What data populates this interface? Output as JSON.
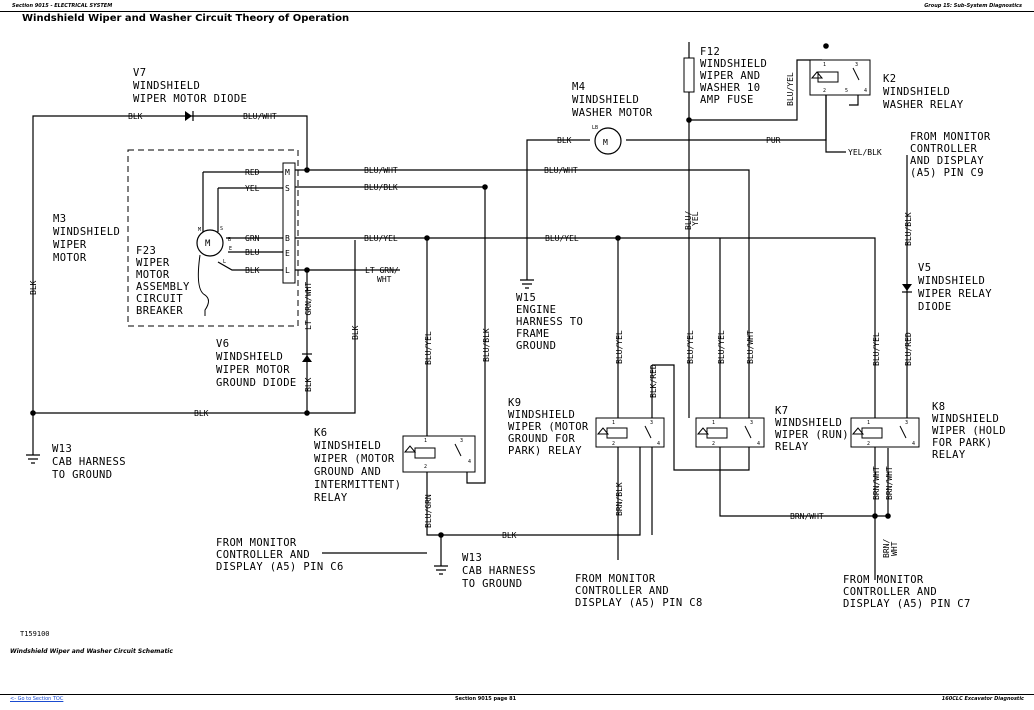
{
  "page": {
    "header_left": "Section 9015 - ELECTRICAL SYSTEM",
    "header_right": "Group 15: Sub-System Diagnostics",
    "title": "Windshield Wiper and Washer Circuit Theory of Operation",
    "figure_id": "T159100",
    "caption": "Windshield Wiper and Washer Circuit Schematic",
    "footer_left": "<- Go to Section TOC",
    "footer_center": "Section 9015 page 81",
    "footer_right": "160CLC Excavator Diagnostic"
  },
  "components": {
    "v7": [
      "V7",
      "WINDSHIELD",
      "WIPER MOTOR DIODE"
    ],
    "m3": [
      "M3",
      "WINDSHIELD",
      "WIPER",
      "MOTOR"
    ],
    "f23": [
      "F23",
      "WIPER",
      "MOTOR",
      "ASSEMBLY",
      "CIRCUIT",
      "BREAKER"
    ],
    "v6": [
      "V6",
      "WINDSHIELD",
      "WIPER MOTOR",
      "GROUND DIODE"
    ],
    "w13a": [
      "W13",
      "CAB HARNESS",
      "TO GROUND"
    ],
    "k6": [
      "K6",
      "WINDSHIELD",
      "WIPER (MOTOR",
      "GROUND AND",
      "INTERMITTENT)",
      "RELAY"
    ],
    "monitor_c6": [
      "FROM MONITOR",
      "CONTROLLER AND",
      "DISPLAY (A5) PIN C6"
    ],
    "w13b": [
      "W13",
      "CAB HARNESS",
      "TO GROUND"
    ],
    "m4": [
      "M4",
      "WINDSHIELD",
      "WASHER MOTOR"
    ],
    "w15": [
      "W15",
      "ENGINE",
      "HARNESS TO",
      "FRAME",
      "GROUND"
    ],
    "k9": [
      "K9",
      "WINDSHIELD",
      "WIPER (MOTOR",
      "GROUND FOR",
      "PARK) RELAY"
    ],
    "monitor_c8": [
      "FROM MONITOR",
      "CONTROLLER AND",
      "DISPLAY (A5) PIN C8"
    ],
    "f12": [
      "F12",
      "WINDSHIELD",
      "WIPER AND",
      "WASHER 10",
      "AMP FUSE"
    ],
    "k7": [
      "K7",
      "WINDSHIELD",
      "WIPER (RUN)",
      "RELAY"
    ],
    "k2": [
      "K2",
      "WINDSHIELD",
      "WASHER RELAY"
    ],
    "monitor_c9": [
      "FROM MONITOR",
      "CONTROLLER",
      "AND DISPLAY",
      "(A5) PIN C9"
    ],
    "v5": [
      "V5",
      "WINDSHIELD",
      "WIPER RELAY",
      "DIODE"
    ],
    "k8": [
      "K8",
      "WINDSHIELD",
      "WIPER (HOLD",
      "FOR PARK)",
      "RELAY"
    ],
    "monitor_c7": [
      "FROM MONITOR",
      "CONTROLLER AND",
      "DISPLAY (A5) PIN C7"
    ]
  },
  "connector_pins": {
    "left": [
      "RED",
      "YEL",
      "GRN",
      "BLU",
      "BLK"
    ],
    "codes": [
      "M",
      "S",
      "B",
      "E",
      "L"
    ]
  },
  "wires": {
    "blk": "BLK",
    "blu_wht": "BLU/WHT",
    "blu_blk": "BLU/BLK",
    "blu_yel": "BLU/YEL",
    "lt_grn_wht": [
      "LT GRN/",
      "WHT"
    ],
    "lt_grn_wht_v": "LT GRN/WHT",
    "blu_grn": "BLU/GRN",
    "brn_blk": "BRN/BLK",
    "blk_red": "BLK/RED",
    "brn_wht": "BRN/WHT",
    "blu_red": "BLU/RED",
    "pur": "PUR",
    "yel_blk": "YEL/BLK",
    "brn_wht_split": [
      "BRN/",
      "WHT"
    ],
    "blu_yel_split": [
      "BLU/",
      "YEL"
    ]
  },
  "terminals": {
    "t1": "1",
    "t2": "2",
    "t3": "3",
    "t4": "4",
    "t5": "5",
    "lb": "LB",
    "m": "M",
    "s": "S",
    "b": "B",
    "e": "E",
    "l": "L",
    "motor": "M"
  }
}
